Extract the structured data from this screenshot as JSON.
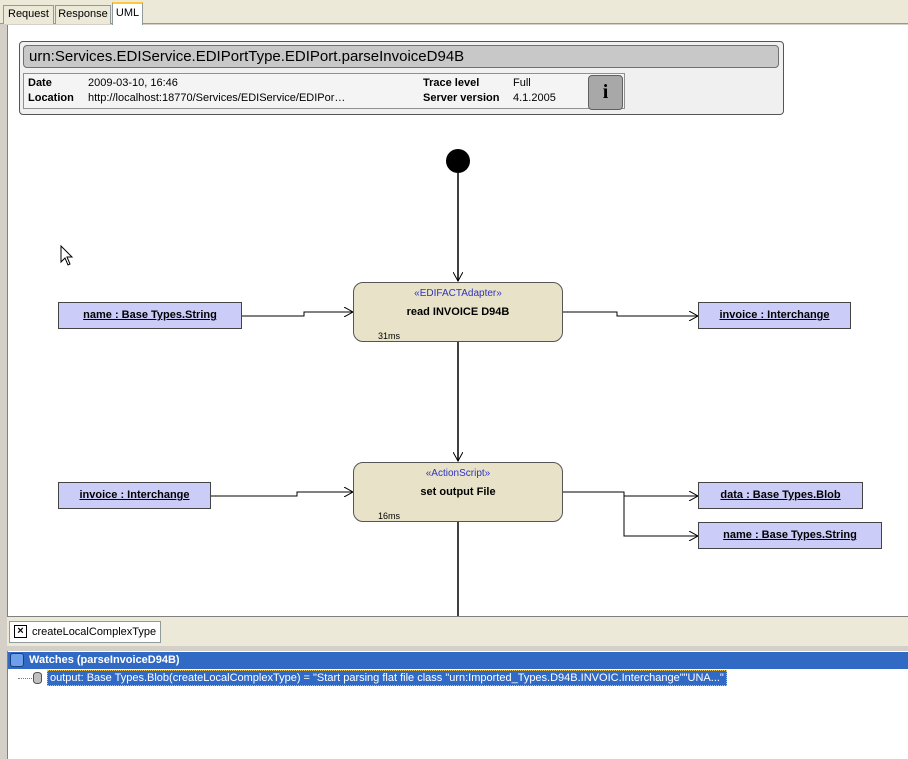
{
  "tabs": [
    {
      "label": "Request",
      "active": false
    },
    {
      "label": "Response",
      "active": false
    },
    {
      "label": "UML",
      "active": true
    }
  ],
  "header": {
    "title": "urn:Services.EDIService.EDIPortType.EDIPort.parseInvoiceD94B",
    "date_label": "Date",
    "date_value": "2009-03-10, 16:46",
    "location_label": "Location",
    "location_value": "http://localhost:18770/Services/EDIService/EDIPor…",
    "trace_label": "Trace level",
    "trace_value": "Full",
    "server_label": "Server version",
    "server_value": "4.1.2005",
    "info_button": "i"
  },
  "diagram": {
    "activities": [
      {
        "stereotype": "«EDIFACTAdapter»",
        "name": "read INVOICE D94B",
        "time": "31ms"
      },
      {
        "stereotype": "«ActionScript»",
        "name": "set output File",
        "time": "16ms"
      }
    ],
    "objects": {
      "in1": "name : Base Types.String",
      "out1": "invoice : Interchange",
      "in2": "invoice : Interchange",
      "out2a": "data : Base Types.Blob",
      "out2b": "name : Base Types.String"
    },
    "colors": {
      "activity_fill": "#e8e3c8",
      "object_fill": "#ccccf8",
      "stereotype_text": "#3030c0"
    }
  },
  "bottom_tab": {
    "label": "createLocalComplexType",
    "close_icon": "close-icon"
  },
  "watches": {
    "title": "Watches (parseInvoiceD94B)",
    "rows": [
      {
        "text": "output: Base Types.Blob(createLocalComplexType) = \"Start parsing flat file class \"urn:Imported_Types.D94B.INVOIC.Interchange\"\"UNA...\""
      }
    ],
    "selection_color": "#316ac5"
  }
}
